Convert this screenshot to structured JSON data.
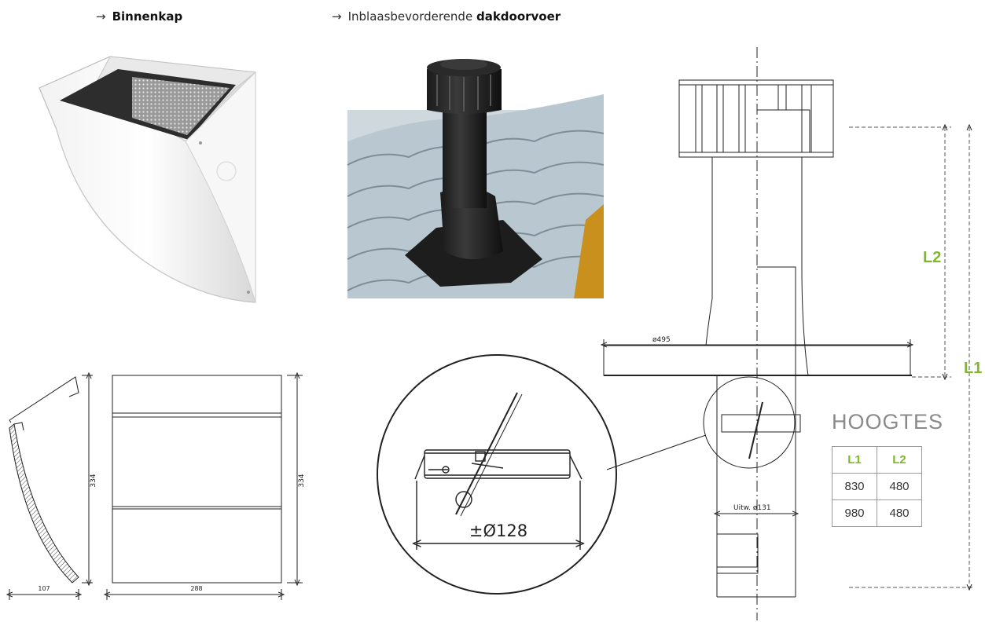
{
  "headings": {
    "left": {
      "arrow": "→",
      "bold": "Binnenkap"
    },
    "right": {
      "arrow": "→",
      "plain": "Inblaasbevorderende ",
      "bold": "dakdoorvoer"
    }
  },
  "dimensions": {
    "side_height": "334",
    "front_height": "334",
    "side_width": "107",
    "front_width": "288",
    "flange_diameter": "ø495",
    "inner_diameter": "Uitw. ø131",
    "valve_diameter": "±Ø128",
    "l1": "L1",
    "l2": "L2"
  },
  "hoogtes": {
    "title": "HOOGTES",
    "headers": [
      "L1",
      "L2"
    ],
    "rows": [
      [
        "830",
        "480"
      ],
      [
        "980",
        "480"
      ]
    ]
  },
  "colors": {
    "accent": "#7dba2a",
    "title": "#8a8a8a"
  }
}
